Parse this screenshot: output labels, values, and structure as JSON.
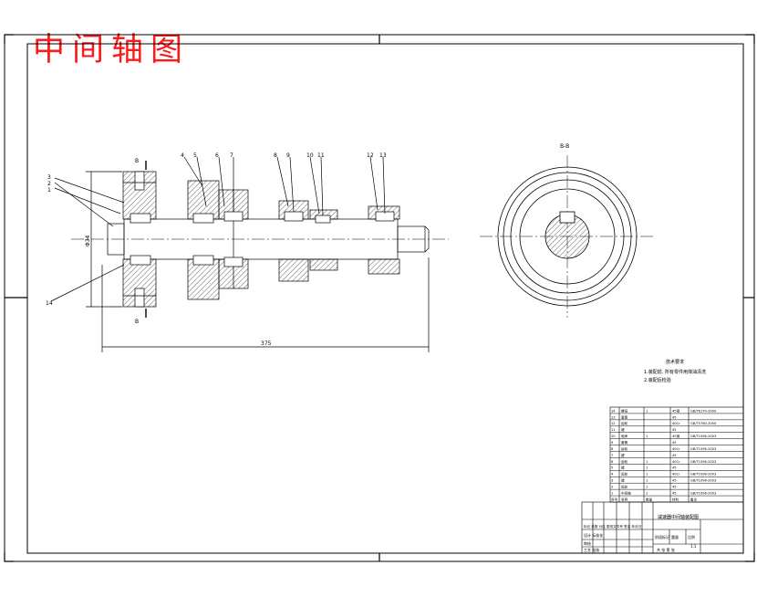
{
  "stamp_title": "中间轴图",
  "section_label": "B-B",
  "dim_overall_length": "375",
  "dim_diameter": "Φ34",
  "section_mark": "B",
  "balloons": [
    "3",
    "2",
    "1",
    "4",
    "5",
    "6",
    "7",
    "8",
    "9",
    "10",
    "11",
    "12",
    "13",
    "14"
  ],
  "tech_notes": {
    "title": "技术要求",
    "lines": [
      "1.装配前, 所有零件用煤油清洗",
      "2.装配后检验"
    ]
  },
  "bom_rows": [
    [
      "14",
      "螺母",
      "1",
      "45钢",
      "GB/T6170-2000"
    ],
    [
      "13",
      "套筒",
      "",
      "45",
      ""
    ],
    [
      "12",
      "齿轮",
      "",
      "40Cr",
      "GB/T5780-2000"
    ],
    [
      "11",
      "键",
      "",
      "45",
      ""
    ],
    [
      "10",
      "轴承",
      "1",
      "45钢",
      "GB/T1096-2003"
    ],
    [
      "9",
      "套筒",
      "",
      "45",
      ""
    ],
    [
      "8",
      "齿轮",
      "",
      "40Cr",
      "GB/T1096-2003"
    ],
    [
      "7",
      "键",
      "",
      "45",
      ""
    ],
    [
      "6",
      "齿轮",
      "1",
      "40Cr",
      "GB/T1096-2003"
    ],
    [
      "5",
      "键",
      "1",
      "45",
      ""
    ],
    [
      "4",
      "齿轮",
      "1",
      "40Cr",
      "GB/T1096-2003"
    ],
    [
      "3",
      "键",
      "1",
      "45",
      "GB/T1096-2003"
    ],
    [
      "2",
      "齿轮",
      "1",
      "45",
      ""
    ],
    [
      "1",
      "中间轴",
      "1",
      "45",
      "GB/T1096-2003"
    ],
    [
      "序号",
      "名称",
      "数量",
      "材料",
      "备注"
    ]
  ],
  "title_block": {
    "drawing_name": "减速器中间轴装配图",
    "row_labels": [
      "标记 处数 分区 更改文件号 签名 年月日",
      "设计 标准化",
      "审核",
      "工艺 批准"
    ],
    "right_labels": [
      "阶段标记",
      "重量",
      "比例",
      "共 张 第 张"
    ],
    "scale": "1:1"
  }
}
